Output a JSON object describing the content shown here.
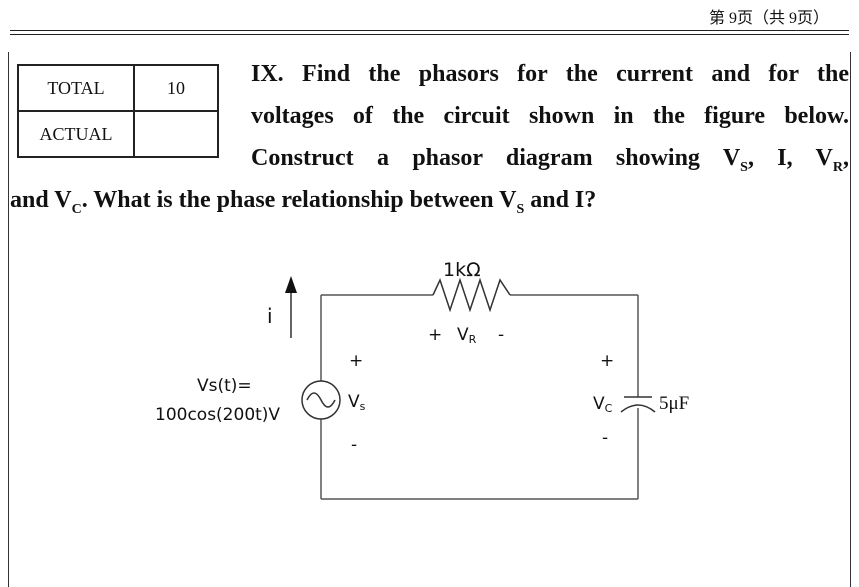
{
  "header": {
    "page_label": "第 9页（共 9页）"
  },
  "score_table": {
    "total_label": "TOTAL",
    "total_value": "10",
    "actual_label": "ACTUAL",
    "actual_value": ""
  },
  "question": {
    "line1": "IX. Find the phasors for the current and for the",
    "line2": "voltages of the circuit shown in the figure below.",
    "line3_pre": "Construct a phasor diagram showing V",
    "sub_s": "S",
    "sep1": ", I, V",
    "sub_r": "R",
    "sep2": ",",
    "line4_pre": "and V",
    "sub_c": "C",
    "line4_mid": ". What is the phase relationship between V",
    "sub_s2": "S",
    "line4_end": " and I?"
  },
  "circuit": {
    "resistor_value": "1kΩ",
    "current_label": "i",
    "vr_plus": "+",
    "vr_label": "V",
    "vr_sub": "R",
    "vr_minus": "-",
    "source_plus": "+",
    "source_minus": "-",
    "vs_label": "V",
    "vs_sub": "s",
    "source_eq_line1": "Vs(t)=",
    "source_eq_line2": "100cos(200t)V",
    "cap_plus": "+",
    "cap_minus": "-",
    "vc_label": "V",
    "vc_sub": "C",
    "cap_value": "5μF"
  }
}
